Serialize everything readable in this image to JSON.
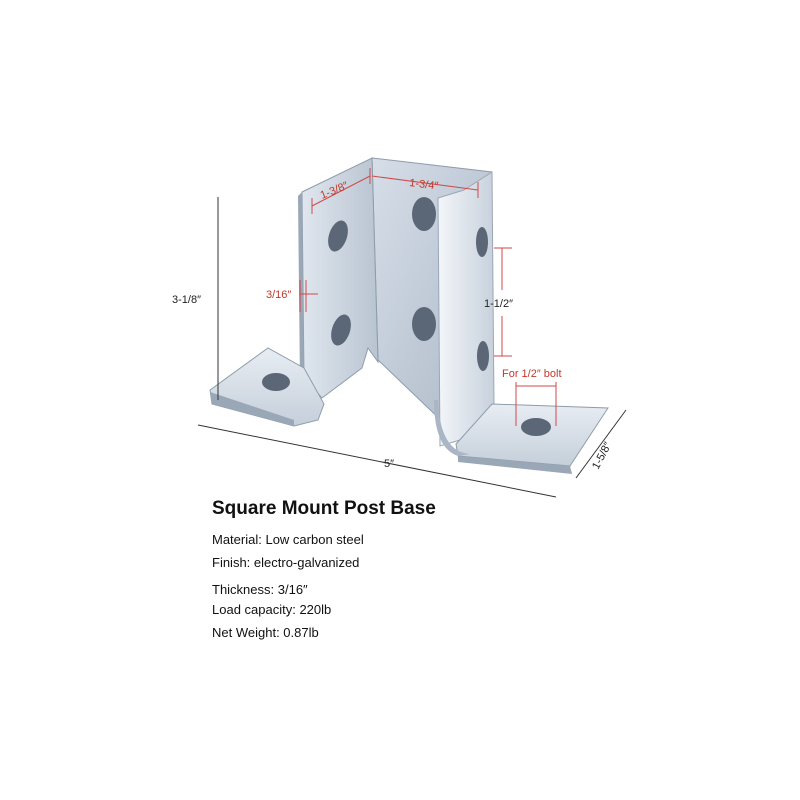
{
  "dimensions": {
    "height": "3-1/8″",
    "width": "5″",
    "depth": "1-5/8″",
    "side_width": "1-3/8″",
    "back_width": "1-3/4″",
    "thickness": "3/16″",
    "hole_spacing": "1-1/2″",
    "bolt_note": "For 1/2″ bolt"
  },
  "specs": {
    "title": "Square Mount Post Base",
    "lines": [
      "Material: Low carbon steel",
      "Finish: electro-galvanized",
      "Thickness: 3/16″",
      "Load capacity: 220lb",
      "Net Weight: 0.87lb"
    ]
  },
  "colors": {
    "steel_light": "#e9eef4",
    "steel_mid": "#c9d3de",
    "steel_dark": "#8f9cab",
    "hole": "#5b6776",
    "dimension_line": "#333333",
    "dimension_red": "#d04a4a"
  }
}
